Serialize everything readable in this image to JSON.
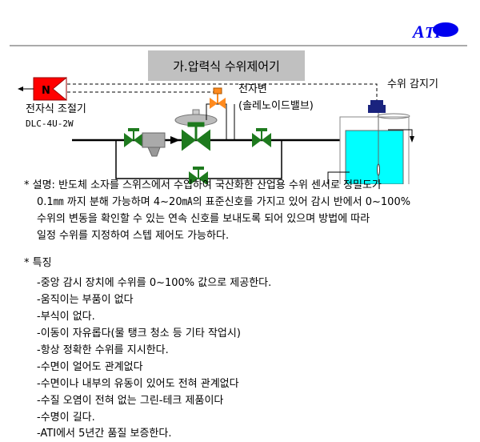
{
  "logo": "ATI",
  "title": "가.압력식 수위제어기",
  "diagram": {
    "controller_letter": "N",
    "controller_label": "전자식 조절기",
    "controller_model": "DLC-4U-2W",
    "solenoid_label": "전자변",
    "solenoid_sub": "(솔레노이드밸브)",
    "sensor_label": "수위 감지기",
    "colors": {
      "valve": "#1e7a1e",
      "controller": "#ff0000",
      "solenoid": "#ff8a1e",
      "water": "#00ffff",
      "sensor": "#1a237e"
    }
  },
  "description": {
    "lines": [
      "* 설명: 반도체 소자를 스위스에서 수입하여 국산화한 산업용 수위 센서로 정밀도가",
      "0.1㎜ 까지 분해 가능하며 4~20㎃의 표준신호를 가지고 있어 감시 반에서 0~100%",
      "수위의 변동을 확인할 수 있는 연속 신호를 보내도록 되어 있으며 방법에 따라",
      "일정 수위를 지정하여 스텝 제어도 가능하다."
    ]
  },
  "features": {
    "heading": "* 특징",
    "items": [
      "-중앙 감시 장치에 수위를 0~100% 값으로 제공한다.",
      "-움직이는 부품이 없다",
      "-부식이 없다.",
      "-이동이 자유롭다(물 탱크 청소 등 기타 작업시)",
      "-항상 정확한 수위를 지시한다.",
      "-수면이 얼어도 관계없다",
      "-수면이나 내부의 유동이 있어도 전혀 관계없다",
      "-수질 오염이 전혀 없는 그린-테크 제품이다",
      "-수명이 길다.",
      "-ATI에서 5년간 품질 보증한다."
    ]
  }
}
